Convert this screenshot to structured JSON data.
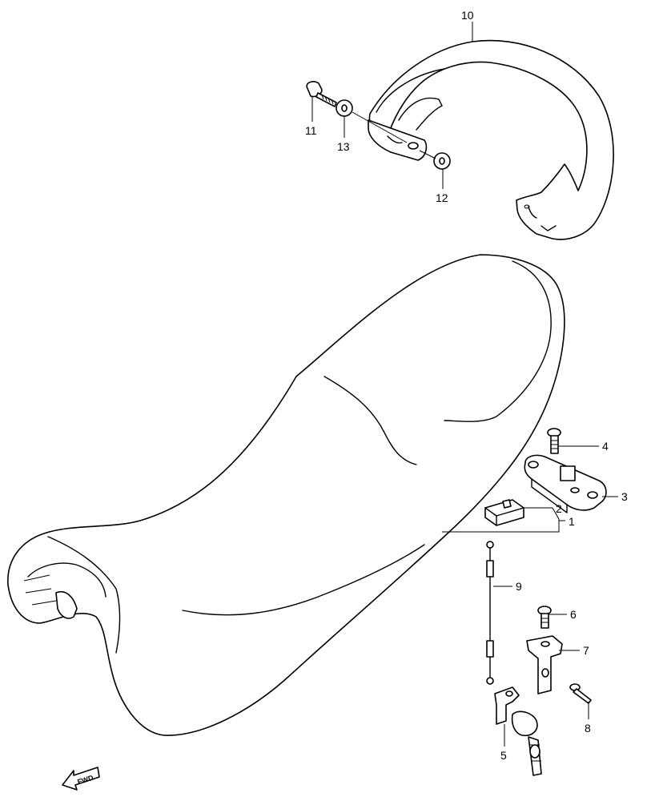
{
  "callouts": {
    "c1": "1",
    "c2": "2",
    "c3": "3",
    "c4": "4",
    "c5": "5",
    "c6": "6",
    "c7": "7",
    "c8": "8",
    "c9": "9",
    "c10": "10",
    "c11": "11",
    "c12": "12",
    "c13": "13"
  },
  "direction_label": "FWD"
}
